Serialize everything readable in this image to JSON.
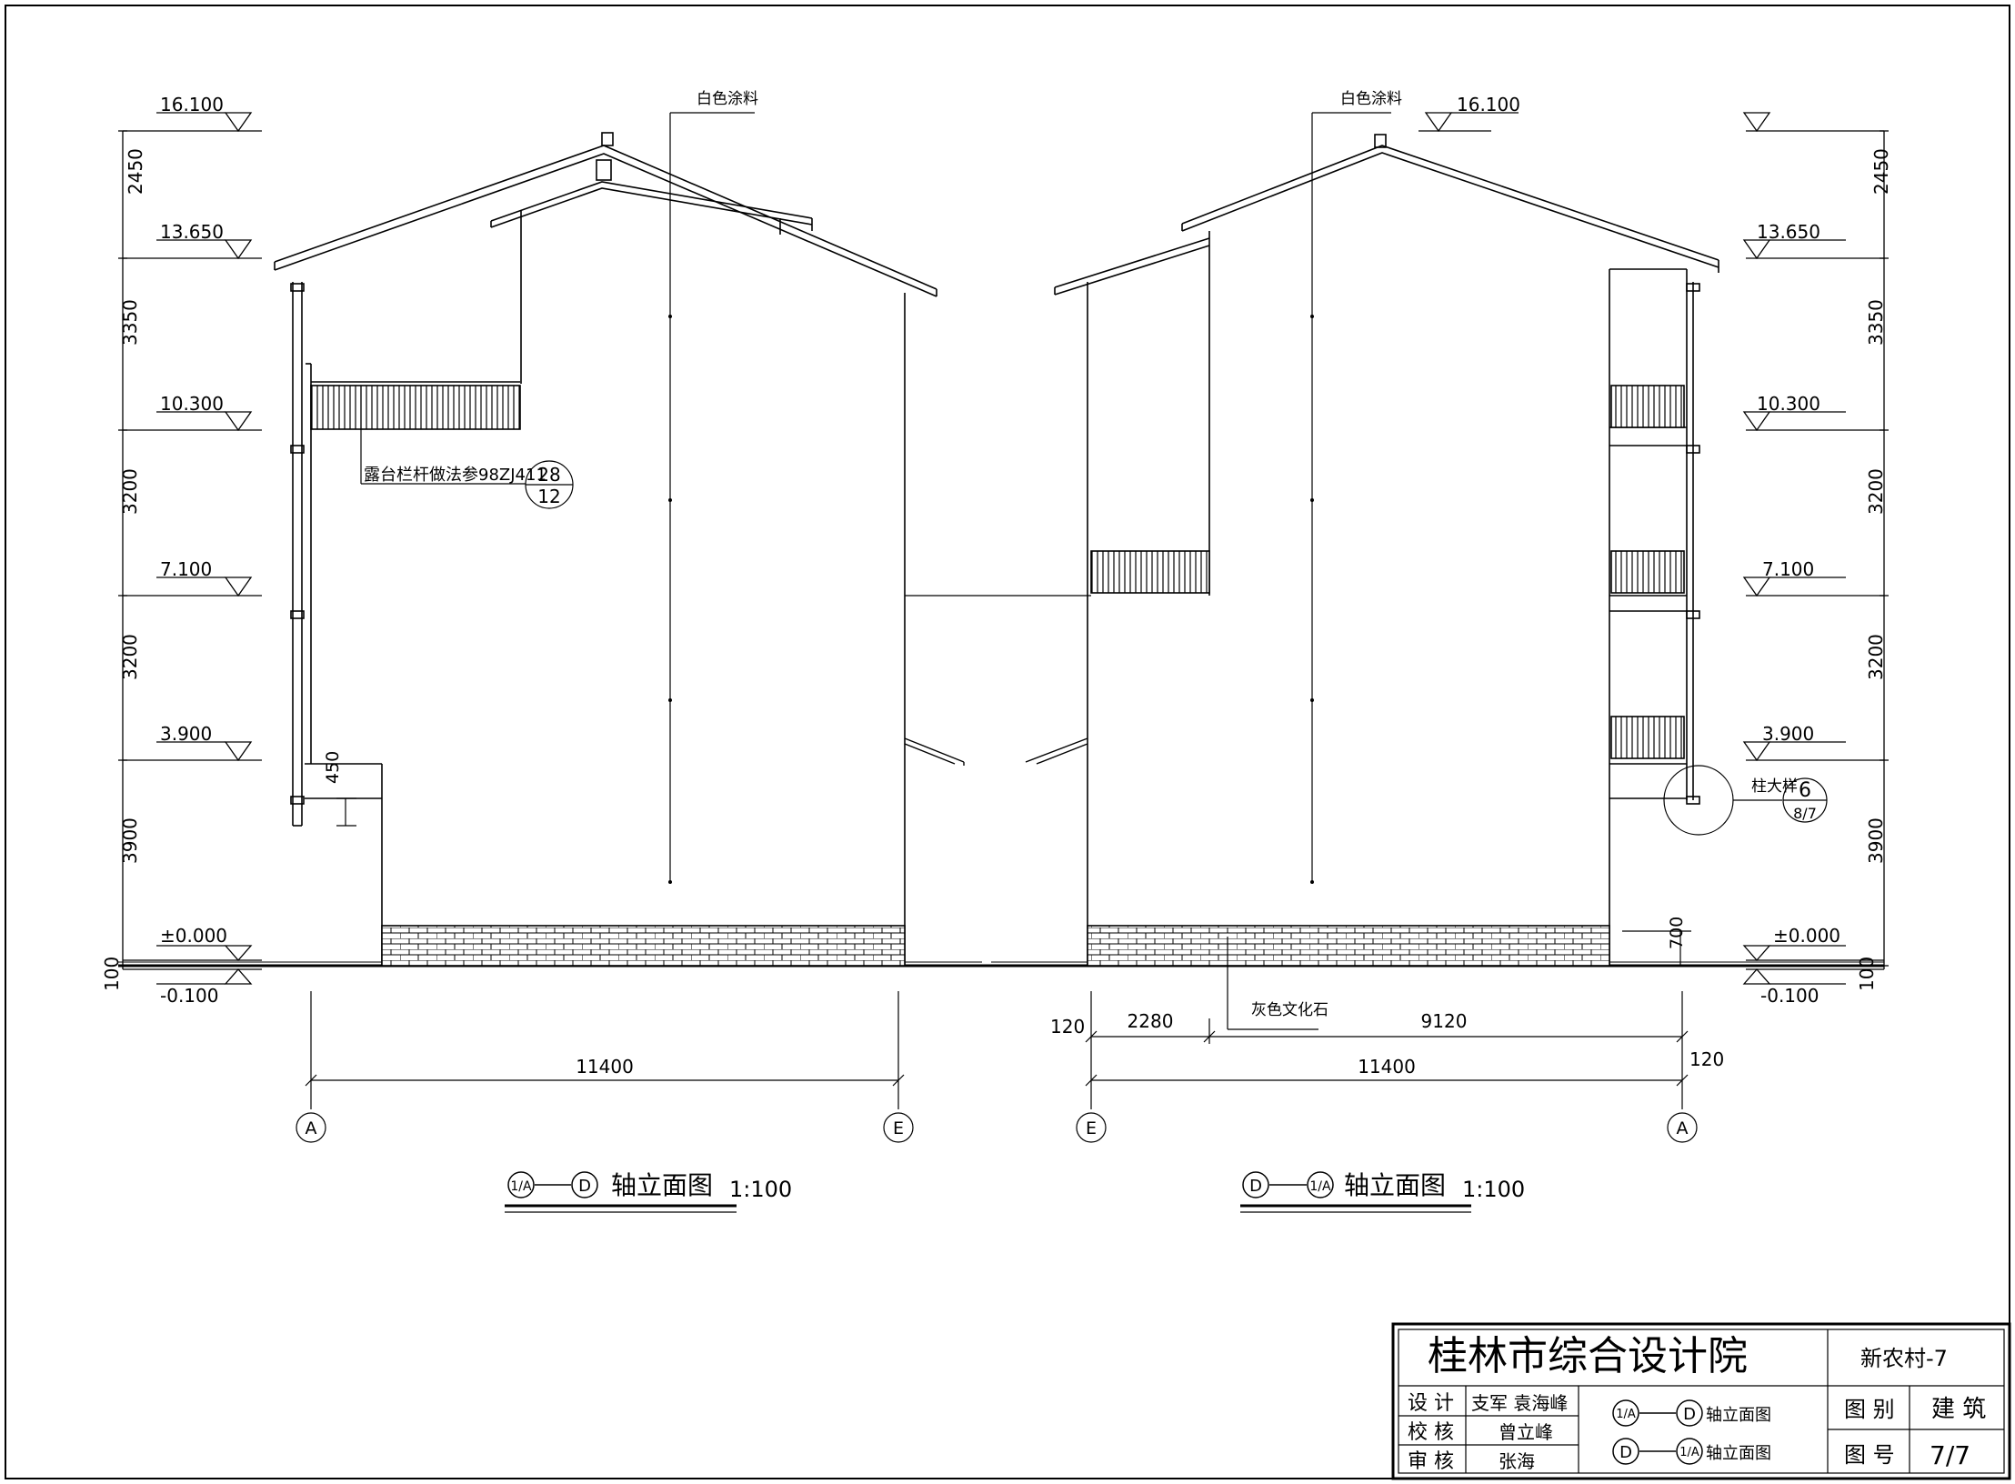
{
  "left_view": {
    "title": "①/A — ⓓ 轴立面图",
    "title_a": "1/A",
    "title_b": "D",
    "title_text": "轴立面图",
    "scale": "1:100",
    "note_paint": "白色涂料",
    "note_railing": "露台栏杆做法参98ZJ411",
    "railing_ref_top": "28",
    "railing_ref_bottom": "12",
    "axis_left": "A",
    "axis_right": "E",
    "dim_total": "11400",
    "dim_450": "450",
    "levels": [
      "16.100",
      "13.650",
      "10.300",
      "7.100",
      "3.900",
      "±0.000",
      "-0.100"
    ],
    "vertical_dims": [
      "2450",
      "3350",
      "3200",
      "3200",
      "3900",
      "100"
    ]
  },
  "right_view": {
    "title_a": "D",
    "title_b": "1/A",
    "title_text": "轴立面图",
    "scale": "1:100",
    "note_paint": "白色涂料",
    "note_stone": "灰色文化石",
    "note_column": "柱大样",
    "column_ref_top": "6",
    "column_ref_bottom": "8/7",
    "axis_left": "E",
    "axis_right": "A",
    "dim_120_left": "120",
    "dim_2280": "2280",
    "dim_9120": "9120",
    "dim_total": "11400",
    "dim_120_right": "120",
    "dim_700": "700",
    "levels": [
      "16.100",
      "13.650",
      "10.300",
      "7.100",
      "3.900",
      "±0.000",
      "-0.100"
    ],
    "vertical_dims": [
      "2450",
      "3350",
      "3200",
      "3200",
      "3900",
      "100"
    ]
  },
  "title_block": {
    "institute": "桂林市综合设计院",
    "project": "新农村-7",
    "design_label": "设 计",
    "design_names": "支军 袁海峰",
    "check_label": "校 核",
    "check_name": "曾立峰",
    "review_label": "审 核",
    "review_name": "张海",
    "drawing_1": "轴立面图",
    "drawing_2": "轴立面图",
    "d1_a": "1/A",
    "d1_b": "D",
    "d2_a": "D",
    "d2_b": "1/A",
    "category_label": "图 别",
    "category_value": "建 筑",
    "number_label": "图 号",
    "number_value": "7/7"
  }
}
